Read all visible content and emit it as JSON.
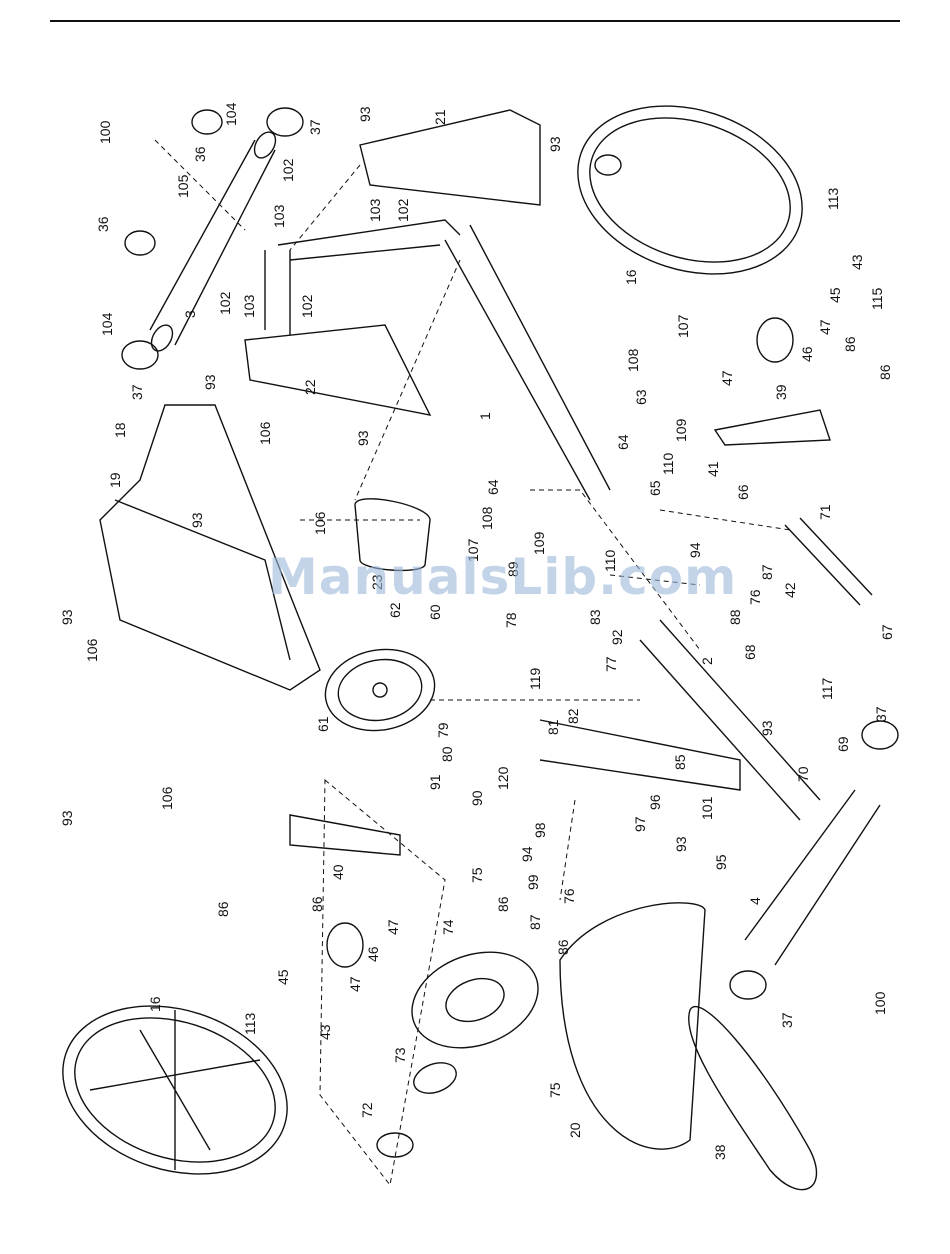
{
  "watermark": "ManualsLib.com",
  "colors": {
    "ink": "#111111",
    "paper": "#ffffff",
    "watermark": "#9cb8dc"
  },
  "parts": [
    {
      "id": "p1",
      "label": "1"
    },
    {
      "id": "p2",
      "label": "2"
    },
    {
      "id": "p3",
      "label": "3"
    },
    {
      "id": "p4",
      "label": "4"
    },
    {
      "id": "p16a",
      "label": "16"
    },
    {
      "id": "p16b",
      "label": "16"
    },
    {
      "id": "p18",
      "label": "18"
    },
    {
      "id": "p19",
      "label": "19"
    },
    {
      "id": "p20",
      "label": "20"
    },
    {
      "id": "p21",
      "label": "21"
    },
    {
      "id": "p22",
      "label": "22"
    },
    {
      "id": "p23",
      "label": "23"
    },
    {
      "id": "p36a",
      "label": "36"
    },
    {
      "id": "p36b",
      "label": "36"
    },
    {
      "id": "p37a",
      "label": "37"
    },
    {
      "id": "p37b",
      "label": "37"
    },
    {
      "id": "p37c",
      "label": "37"
    },
    {
      "id": "p37d",
      "label": "37"
    },
    {
      "id": "p38",
      "label": "38"
    },
    {
      "id": "p39",
      "label": "39"
    },
    {
      "id": "p40",
      "label": "40"
    },
    {
      "id": "p41",
      "label": "41"
    },
    {
      "id": "p42",
      "label": "42"
    },
    {
      "id": "p43a",
      "label": "43"
    },
    {
      "id": "p43b",
      "label": "43"
    },
    {
      "id": "p45a",
      "label": "45"
    },
    {
      "id": "p45b",
      "label": "45"
    },
    {
      "id": "p46a",
      "label": "46"
    },
    {
      "id": "p46b",
      "label": "46"
    },
    {
      "id": "p47a",
      "label": "47"
    },
    {
      "id": "p47b",
      "label": "47"
    },
    {
      "id": "p47c",
      "label": "47"
    },
    {
      "id": "p47d",
      "label": "47"
    },
    {
      "id": "p60",
      "label": "60"
    },
    {
      "id": "p61",
      "label": "61"
    },
    {
      "id": "p62",
      "label": "62"
    },
    {
      "id": "p63",
      "label": "63"
    },
    {
      "id": "p64a",
      "label": "64"
    },
    {
      "id": "p64b",
      "label": "64"
    },
    {
      "id": "p65",
      "label": "65"
    },
    {
      "id": "p66",
      "label": "66"
    },
    {
      "id": "p67",
      "label": "67"
    },
    {
      "id": "p68",
      "label": "68"
    },
    {
      "id": "p69",
      "label": "69"
    },
    {
      "id": "p70",
      "label": "70"
    },
    {
      "id": "p71",
      "label": "71"
    },
    {
      "id": "p72",
      "label": "72"
    },
    {
      "id": "p73",
      "label": "73"
    },
    {
      "id": "p74",
      "label": "74"
    },
    {
      "id": "p75a",
      "label": "75"
    },
    {
      "id": "p75b",
      "label": "75"
    },
    {
      "id": "p76a",
      "label": "76"
    },
    {
      "id": "p76b",
      "label": "76"
    },
    {
      "id": "p77",
      "label": "77"
    },
    {
      "id": "p78",
      "label": "78"
    },
    {
      "id": "p79",
      "label": "79"
    },
    {
      "id": "p80",
      "label": "80"
    },
    {
      "id": "p81",
      "label": "81"
    },
    {
      "id": "p82",
      "label": "82"
    },
    {
      "id": "p83",
      "label": "83"
    },
    {
      "id": "p85",
      "label": "85"
    },
    {
      "id": "p86a",
      "label": "86"
    },
    {
      "id": "p86b",
      "label": "86"
    },
    {
      "id": "p86c",
      "label": "86"
    },
    {
      "id": "p86d",
      "label": "86"
    },
    {
      "id": "p86e",
      "label": "86"
    },
    {
      "id": "p86f",
      "label": "86"
    },
    {
      "id": "p87a",
      "label": "87"
    },
    {
      "id": "p87b",
      "label": "87"
    },
    {
      "id": "p88",
      "label": "88"
    },
    {
      "id": "p89",
      "label": "89"
    },
    {
      "id": "p90",
      "label": "90"
    },
    {
      "id": "p91",
      "label": "91"
    },
    {
      "id": "p92",
      "label": "92"
    },
    {
      "id": "p93a",
      "label": "93"
    },
    {
      "id": "p93b",
      "label": "93"
    },
    {
      "id": "p93c",
      "label": "93"
    },
    {
      "id": "p93d",
      "label": "93"
    },
    {
      "id": "p93e",
      "label": "93"
    },
    {
      "id": "p93f",
      "label": "93"
    },
    {
      "id": "p93g",
      "label": "93"
    },
    {
      "id": "p93h",
      "label": "93"
    },
    {
      "id": "p93i",
      "label": "93"
    },
    {
      "id": "p94a",
      "label": "94"
    },
    {
      "id": "p94b",
      "label": "94"
    },
    {
      "id": "p95",
      "label": "95"
    },
    {
      "id": "p96",
      "label": "96"
    },
    {
      "id": "p97",
      "label": "97"
    },
    {
      "id": "p98",
      "label": "98"
    },
    {
      "id": "p99",
      "label": "99"
    },
    {
      "id": "p100a",
      "label": "100"
    },
    {
      "id": "p100b",
      "label": "100"
    },
    {
      "id": "p101",
      "label": "101"
    },
    {
      "id": "p102a",
      "label": "102"
    },
    {
      "id": "p102b",
      "label": "102"
    },
    {
      "id": "p102c",
      "label": "102"
    },
    {
      "id": "p102d",
      "label": "102"
    },
    {
      "id": "p103a",
      "label": "103"
    },
    {
      "id": "p103b",
      "label": "103"
    },
    {
      "id": "p103c",
      "label": "103"
    },
    {
      "id": "p104a",
      "label": "104"
    },
    {
      "id": "p104b",
      "label": "104"
    },
    {
      "id": "p105",
      "label": "105"
    },
    {
      "id": "p106a",
      "label": "106"
    },
    {
      "id": "p106b",
      "label": "106"
    },
    {
      "id": "p106c",
      "label": "106"
    },
    {
      "id": "p106d",
      "label": "106"
    },
    {
      "id": "p107a",
      "label": "107"
    },
    {
      "id": "p107b",
      "label": "107"
    },
    {
      "id": "p108a",
      "label": "108"
    },
    {
      "id": "p108b",
      "label": "108"
    },
    {
      "id": "p109a",
      "label": "109"
    },
    {
      "id": "p109b",
      "label": "109"
    },
    {
      "id": "p110a",
      "label": "110"
    },
    {
      "id": "p110b",
      "label": "110"
    },
    {
      "id": "p113a",
      "label": "113"
    },
    {
      "id": "p113b",
      "label": "113"
    },
    {
      "id": "p115",
      "label": "115"
    },
    {
      "id": "p117",
      "label": "117"
    },
    {
      "id": "p119",
      "label": "119"
    },
    {
      "id": "p120",
      "label": "120"
    }
  ]
}
